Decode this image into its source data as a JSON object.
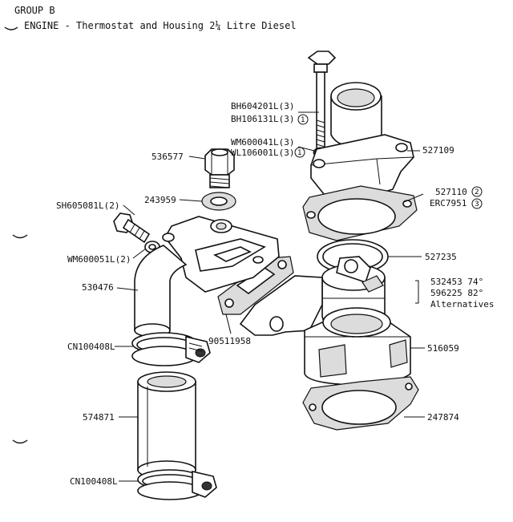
{
  "header": {
    "group": "GROUP B",
    "title": "ENGINE - Thermostat and Housing 2¼ Litre Diesel"
  },
  "labels": {
    "bh604201": "BH604201L(3)",
    "bh106131": "BH106131L(3)",
    "wm600041": "WM600041L(3)",
    "wl106001": "WL106001L(3)",
    "p527109": "527109",
    "p536577": "536577",
    "p527110": "527110",
    "erc7951": "ERC7951",
    "p243959": "243959",
    "sh605081": "SH605081L(2)",
    "p527235": "527235",
    "wm600051": "WM600051L(2)",
    "p532453": "532453 74°",
    "p596225": "596225 82°",
    "alternatives": "Alternatives",
    "p530476": "530476",
    "p90511958": "90511958",
    "cn100408_top": "CN100408L",
    "p516059": "516059",
    "p574871": "574871",
    "p247874": "247874",
    "cn100408_bottom": "CN100408L"
  },
  "circled": {
    "one": "1",
    "two": "2",
    "three": "3"
  }
}
